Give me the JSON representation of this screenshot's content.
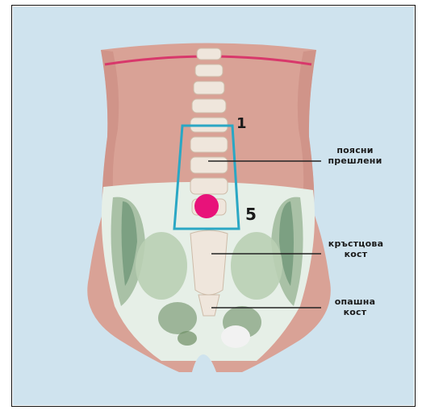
{
  "figure": {
    "background_color": "#cfe3ee",
    "skin_color": "#d9a296",
    "spine_color": "#efe6dc",
    "highlight_box_color": "#2aa7c4",
    "marker_color": "#e8127a",
    "waist_line_color": "#d8386b"
  },
  "numbers": {
    "top": "1",
    "bottom": "5"
  },
  "labels": {
    "lumbar_line1": "поясни",
    "lumbar_line2": "прешлени",
    "sacrum_line1": "кръстцова",
    "sacrum_line2": "кост",
    "coccyx_line1": "опашна",
    "coccyx_line2": "кост"
  }
}
